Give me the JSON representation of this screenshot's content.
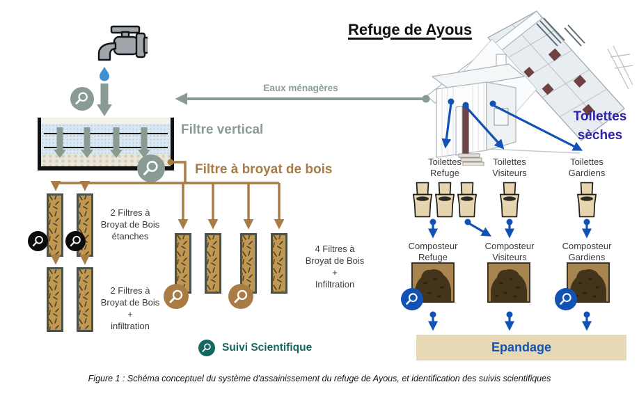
{
  "figure": {
    "title": "Refuge de Ayous",
    "caption": "Figure 1 : Schéma conceptuel du système d'assainissement du refuge de Ayous, et identification des suivis scientifiques"
  },
  "greywater": {
    "flow_label": "Eaux ménagères",
    "vertical_filter_label": "Filtre vertical",
    "wood_filter_label": "Filtre à broyat de bois",
    "filters_sealed_label": "2 Filtres à\nBroyat de Bois\nétanches",
    "filters_sealed_infiltration_label": "2 Filtres à\nBroyat de Bois\n+\ninfiltration",
    "filters_infiltration_label": "4 Filtres à\nBroyat de Bois\n+\nInfiltration"
  },
  "dry_toilets": {
    "section_label": "Toilettes\nsèches",
    "toilet_groups": [
      {
        "label": "Toilettes\nRefuge",
        "toilet_count": 3
      },
      {
        "label": "Toilettes\nVisiteurs",
        "toilet_count": 1
      },
      {
        "label": "Toilettes\nGardiens",
        "toilet_count": 1
      }
    ],
    "composters": [
      {
        "label": "Composteur\nRefuge"
      },
      {
        "label": "Composteur\nVisiteurs"
      },
      {
        "label": "Composteur\nGardiens"
      }
    ],
    "spreading_label": "Epandage"
  },
  "legend": {
    "label": "Suivi Scientifique"
  },
  "icons": [
    "faucet-icon",
    "water-drop-icon",
    "magnifier-icon-inflow-sage",
    "magnifier-icon-vertical-filter-sage",
    "magnifier-icon-sealed-filter-black-1",
    "magnifier-icon-sealed-filter-black-2",
    "magnifier-icon-wood-filter-brown-1",
    "magnifier-icon-wood-filter-brown-2",
    "magnifier-icon-composter-blue-1",
    "magnifier-icon-composter-blue-2",
    "magnifier-icon-legend-teal",
    "toilet-icon",
    "composter-icon",
    "refuge-building-drawing"
  ],
  "colors": {
    "sage": "#8A9B94",
    "brown": "#A97C46",
    "wood_fill": "#C2974F",
    "blue": "#1152B4",
    "indigo": "#2F23A8",
    "teal": "#15685F",
    "toilet_tan": "#E6D5AE",
    "banner_tan": "#E8D9B6",
    "compost_dark": "#44341B",
    "compost_box": "#A8854E",
    "tank_water": "#D8E7F2"
  }
}
